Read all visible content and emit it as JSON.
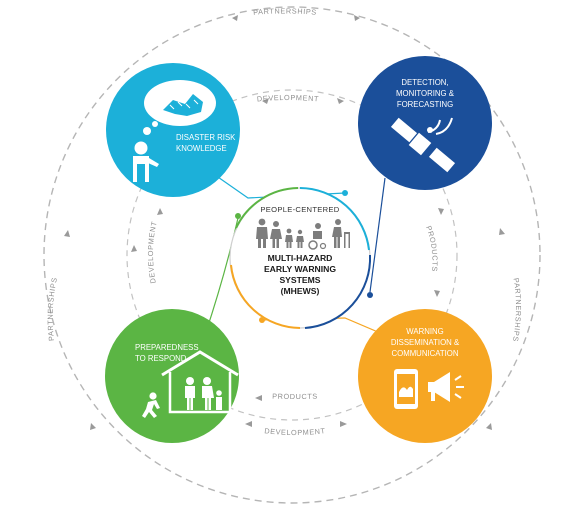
{
  "center": {
    "top_label": "PEOPLE-CENTERED",
    "title_lines": [
      "MULTI-HAZARD",
      "EARLY WARNING",
      "SYSTEMS",
      "(MHEWS)"
    ]
  },
  "components": {
    "risk_knowledge": {
      "lines": [
        "DISASTER RISK",
        "KNOWLEDGE"
      ],
      "color": "#1cb0d9"
    },
    "detection": {
      "lines": [
        "DETECTION,",
        "MONITORING &",
        "FORECASTING"
      ],
      "color": "#1b4f9a"
    },
    "dissemination": {
      "lines": [
        "WARNING",
        "DISSEMINATION &",
        "COMMUNICATION"
      ],
      "color": "#f6a623"
    },
    "preparedness": {
      "lines": [
        "PREPAREDNESS",
        "TO RESPOND"
      ],
      "color": "#5bb544"
    }
  },
  "flows": {
    "partnerships_top": "PARTNERSHIPS",
    "partnerships_left": "PARTNERSHIPS",
    "partnerships_right": "PARTNERSHIPS",
    "development_top": "DEVELOPMENT",
    "development_left": "DEVELOPMENT",
    "development_bottom": "DEVELOPMENT",
    "products_right": "PRODUCTS",
    "products_bottom": "PRODUCTS"
  },
  "colors": {
    "dash": "#b5b5b5",
    "caption": "#8f8f8f",
    "people": "#7d7d7d",
    "center_border": "#cfcfcf"
  }
}
